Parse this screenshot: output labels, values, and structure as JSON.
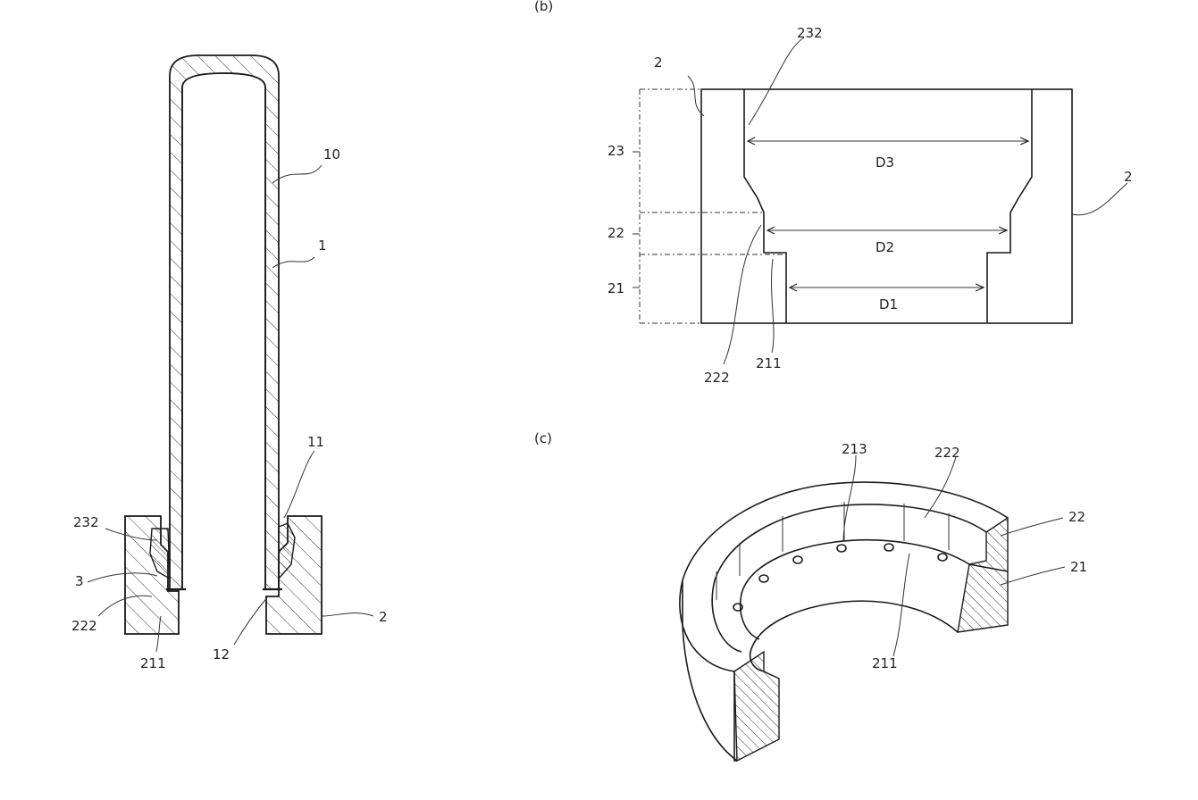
{
  "panel_labels": {
    "b": "(b)",
    "c": "(c)"
  },
  "fig_a": {
    "labels": [
      "10",
      "1",
      "11",
      "232",
      "3",
      "222",
      "211",
      "12",
      "2"
    ]
  },
  "fig_b": {
    "labels": [
      "2",
      "232",
      "2",
      "23",
      "22",
      "21",
      "D3",
      "D2",
      "D1",
      "222",
      "211"
    ]
  },
  "fig_c": {
    "labels": [
      "213",
      "222",
      "22",
      "21",
      "211"
    ]
  }
}
